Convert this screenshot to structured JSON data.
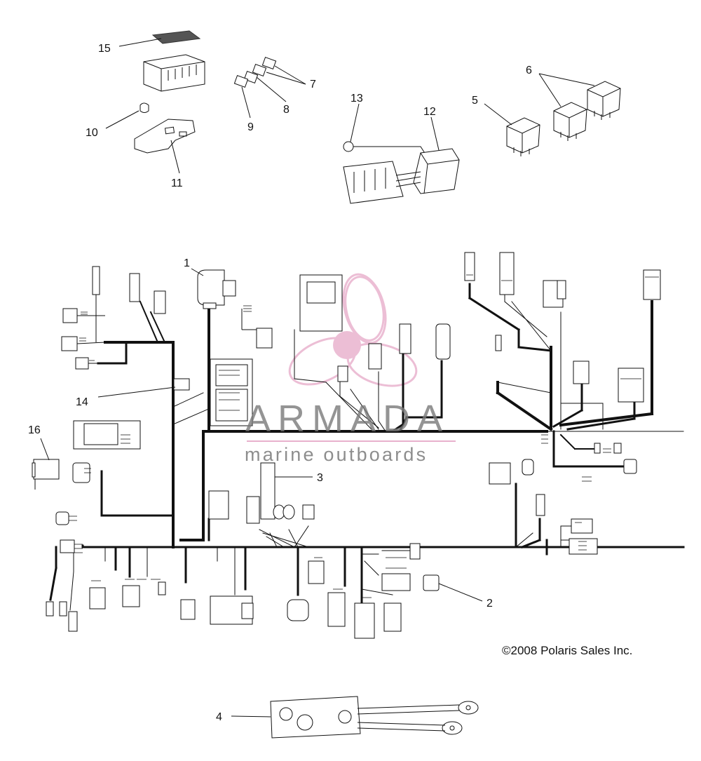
{
  "callouts": [
    "1",
    "2",
    "3",
    "4",
    "5",
    "6",
    "7",
    "8",
    "9",
    "10",
    "11",
    "12",
    "13",
    "14",
    "15",
    "16"
  ],
  "copyright": "©2008 Polaris Sales Inc.",
  "watermark": {
    "title": "ARMADA",
    "subtitle": "marine outboards",
    "logo_color": "#e6a9c8",
    "text_color": "#7a7a7a"
  },
  "colors": {
    "line": "#111111",
    "background": "#ffffff"
  }
}
